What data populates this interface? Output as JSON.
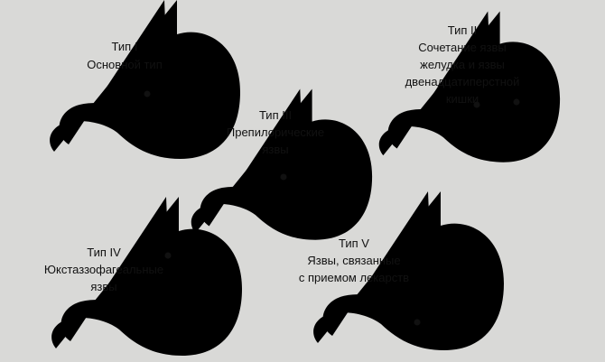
{
  "types": [
    {
      "title": "Тип I",
      "lines": [
        "Основной тип"
      ]
    },
    {
      "title": "Тип II",
      "lines": [
        "Сочетание язвы",
        "желудка и язвы",
        "двенадцатиперстной",
        "кишки"
      ]
    },
    {
      "title": "Тип III",
      "lines": [
        "Препилорические",
        "язвы"
      ]
    },
    {
      "title": "Тип IV",
      "lines": [
        "Юкстаззофагеальные",
        "язвы"
      ]
    },
    {
      "title": "Тип V",
      "lines": [
        "Язвы, связанные",
        "с приемом лекарств"
      ]
    }
  ]
}
